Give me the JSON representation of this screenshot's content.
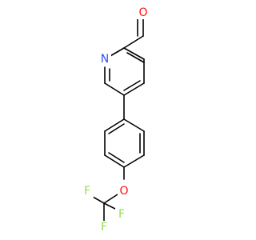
{
  "molecule": {
    "atoms": {
      "aldehyde_oxygen": {
        "label": "O",
        "color": "#ff0d0d"
      },
      "pyridine_nitrogen": {
        "label": "N",
        "color": "#3050f8"
      },
      "ether_oxygen": {
        "label": "O",
        "color": "#ff0d0d"
      },
      "fluorine_1": {
        "label": "F",
        "color": "#90e050"
      },
      "fluorine_2": {
        "label": "F",
        "color": "#90e050"
      },
      "fluorine_3": {
        "label": "F",
        "color": "#90e050"
      }
    },
    "bond_color": "#000000"
  }
}
